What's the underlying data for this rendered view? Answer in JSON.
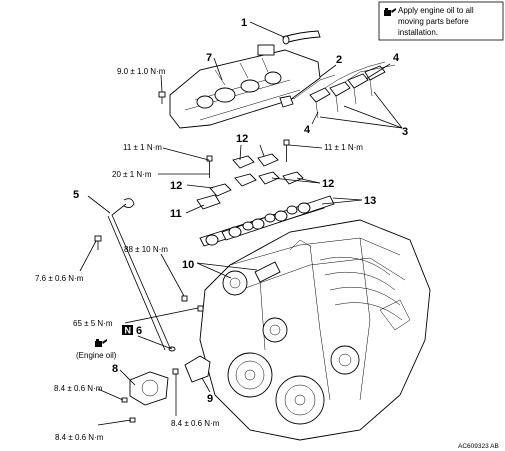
{
  "legend": {
    "oil_note_line1": "Apply engine oil to all",
    "oil_note_line2": "moving parts before",
    "oil_note_line3": "installation."
  },
  "callouts": {
    "c1": "1",
    "c2": "2",
    "c3": "3",
    "c4a": "4",
    "c4b": "4",
    "c5": "5",
    "c6": "6",
    "c7": "7",
    "c8": "8",
    "c9": "9",
    "c10": "10",
    "c11": "11",
    "c12a": "12",
    "c12b": "12",
    "c12c": "12",
    "c13": "13",
    "n_badge": "N"
  },
  "torques": {
    "t_cover": "9.0 ± 1.0 N·m",
    "t_cap_left": "11 ± 1 N·m",
    "t_cap_right": "11 ± 1 N·m",
    "t_cap_mid": "20 ± 1 N·m",
    "t_88": "88 ± 10 N·m",
    "t_76": "7.6 ± 0.6 N·m",
    "t_65": "65 ± 5 N·m",
    "t_84a": "8.4 ± 0.6 N·m",
    "t_84b": "8.4 ± 0.6 N·m",
    "t_84c": "8.4 ± 0.6 N·m"
  },
  "engine_oil_label": "(Engine oil)",
  "figure_code": "AC609323 AB"
}
